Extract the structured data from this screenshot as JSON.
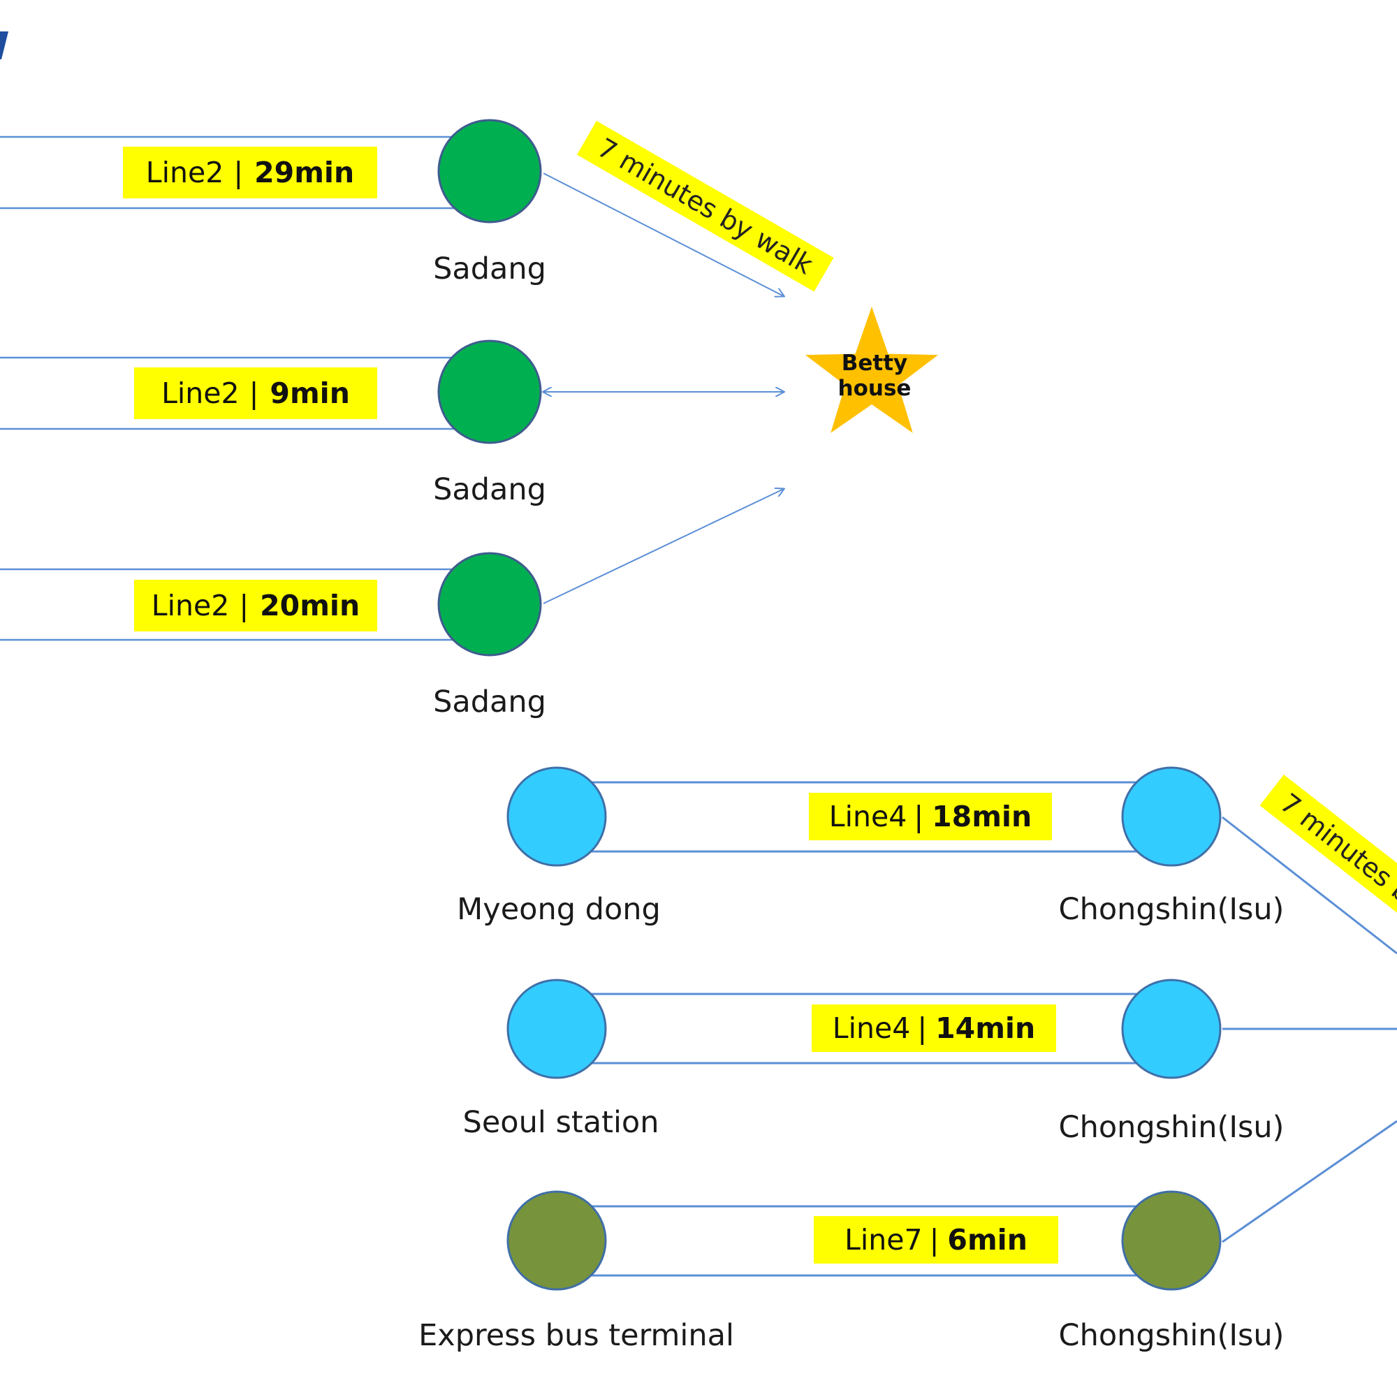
{
  "diagram": {
    "destination": {
      "label_line1": "Betty",
      "label_line2": "house",
      "color": "#ffc000"
    },
    "walk_label": "7 minutes by walk",
    "walk_label_partial": "7 minutes by",
    "top_routes": [
      {
        "line": "Line2",
        "sep": "|",
        "time": "29min",
        "end_station": "Sadang",
        "color": "#00b050"
      },
      {
        "line": "Line2",
        "sep": "|",
        "time": "9min",
        "end_station": "Sadang",
        "color": "#00b050"
      },
      {
        "line": "Line2",
        "sep": "|",
        "time": "20min",
        "end_station": "Sadang",
        "color": "#00b050"
      }
    ],
    "bottom_routes": [
      {
        "start_station": "Myeong dong",
        "line": "Line4",
        "sep": "|",
        "time": "18min",
        "end_station": "Chongshin(Isu)",
        "color": "#33ccff"
      },
      {
        "start_station": "Seoul station",
        "line": "Line4",
        "sep": "|",
        "time": "14min",
        "end_station": "Chongshin(Isu)",
        "color": "#33ccff"
      },
      {
        "start_station": "Express bus terminal",
        "line": "Line7",
        "sep": "|",
        "time": "6min",
        "end_station": "Chongshin(Isu)",
        "color": "#77933c"
      }
    ],
    "colors": {
      "line_stroke": "#5b8fd6",
      "badge": "#ffff00",
      "title_accent": "#1f4e9e"
    }
  }
}
